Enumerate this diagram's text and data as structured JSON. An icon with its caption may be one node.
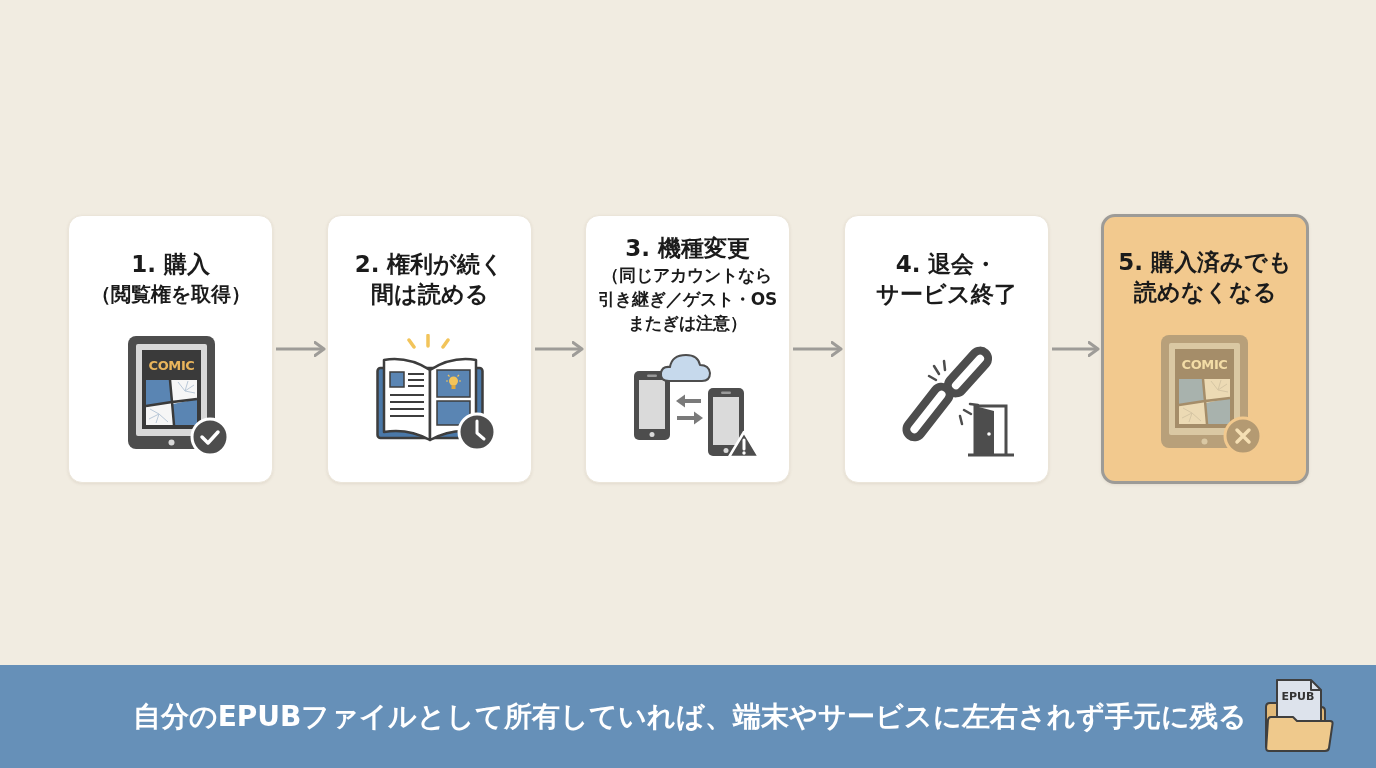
{
  "diagram": {
    "nodes": [
      {
        "text": [
          "1. 購入",
          "（閲覧権を取得）"
        ]
      },
      {
        "text": [
          "2. 権利が続く間は読める"
        ]
      },
      {
        "text": [
          "3. 機種変更",
          "（同じアカウントなら引き継ぎ／ゲスト・OSまたぎは注意）"
        ]
      },
      {
        "text": [
          "4. 退会・サービス終了"
        ]
      },
      {
        "text": [
          "5. 購入済みでも読めなくなる"
        ]
      },
      {
        "text": [
          "自分のEPUBファイルとして所有していれば、端末やサービスに左右されず手元に残る"
        ]
      }
    ],
    "edges": [
      {
        "from": 0,
        "to": 1,
        "arrow": "to"
      },
      {
        "from": 1,
        "to": 2,
        "arrow": "to"
      },
      {
        "from": 2,
        "to": 3,
        "arrow": "to"
      },
      {
        "from": 3,
        "to": 4,
        "arrow": "to"
      }
    ],
    "labels": [
      "COMIC",
      "COMIC",
      "EPUB"
    ]
  }
}
